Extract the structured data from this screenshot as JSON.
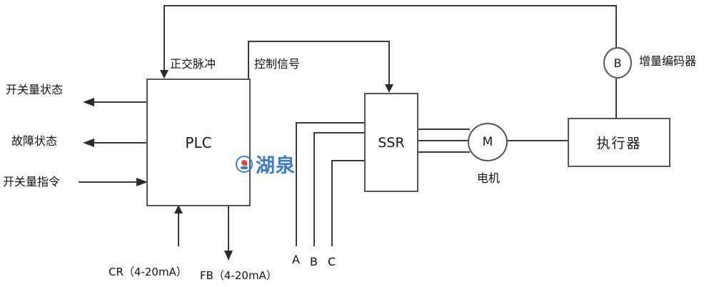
{
  "diagram": {
    "nodes": {
      "plc": {
        "label": "PLC"
      },
      "ssr": {
        "label": "SSR"
      },
      "motor": {
        "label": "M",
        "caption": "电机"
      },
      "actuator": {
        "label": "执行器"
      },
      "encoder": {
        "label": "B",
        "caption": "增量编码器"
      }
    },
    "labels": {
      "quadrature_pulse": "正交脉冲",
      "control_signal": "控制信号",
      "switch_status": "开关量状态",
      "fault_status": "故障状态",
      "switch_command": "开关量指令",
      "cr_input": "CR（4-20mA）",
      "fb_output": "FB（4-20mA）",
      "phase_a": "A",
      "phase_b": "B",
      "phase_c": "C"
    },
    "watermark": {
      "text": "湖泉",
      "color": "#2a6fc0"
    }
  }
}
